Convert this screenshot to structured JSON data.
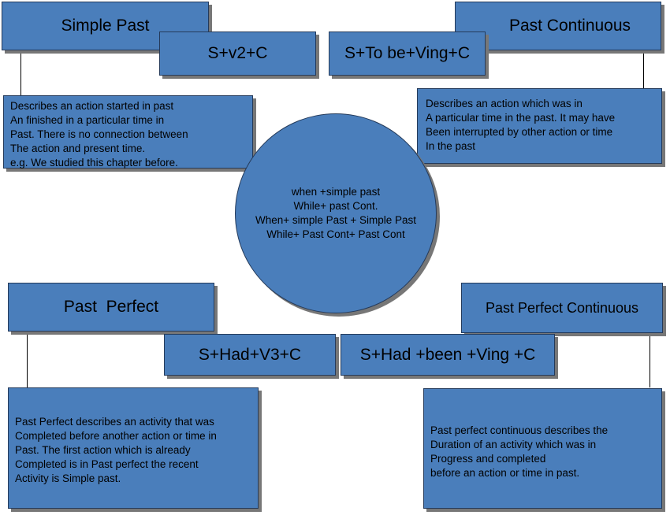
{
  "simple_past": {
    "title": "Simple Past",
    "formula": "S+v2+C",
    "description": "Describes an action started in past\nAn finished in a particular time in\nPast. There is no connection between\nThe action and present time.\ne.g. We studied this chapter before."
  },
  "past_continuous": {
    "title": "Past Continuous",
    "formula": "S+To be+Ving+C",
    "description": "Describes an action which was in\nA particular time in the past. It may have\nBeen interrupted by other action or time\nIn the past"
  },
  "center": {
    "text": "when +simple past\nWhile+ past Cont.\nWhen+ simple Past + Simple Past\nWhile+ Past Cont+ Past Cont"
  },
  "past_perfect": {
    "title": "Past  Perfect",
    "formula": "S+Had+V3+C",
    "description": "Past Perfect describes an activity that was\nCompleted before another action or time in\nPast. The first action which is already\nCompleted is in Past perfect the recent\nActivity is Simple past."
  },
  "past_perfect_continuous": {
    "title": "Past Perfect Continuous",
    "formula": "S+Had +been +Ving +C",
    "description": "Past perfect continuous describes the\nDuration of an activity which was in\nProgress and completed\nbefore an action or time in past."
  },
  "colors": {
    "box_fill": "#4a7ebb",
    "border": "#243a5a",
    "shadow": "#777777"
  }
}
